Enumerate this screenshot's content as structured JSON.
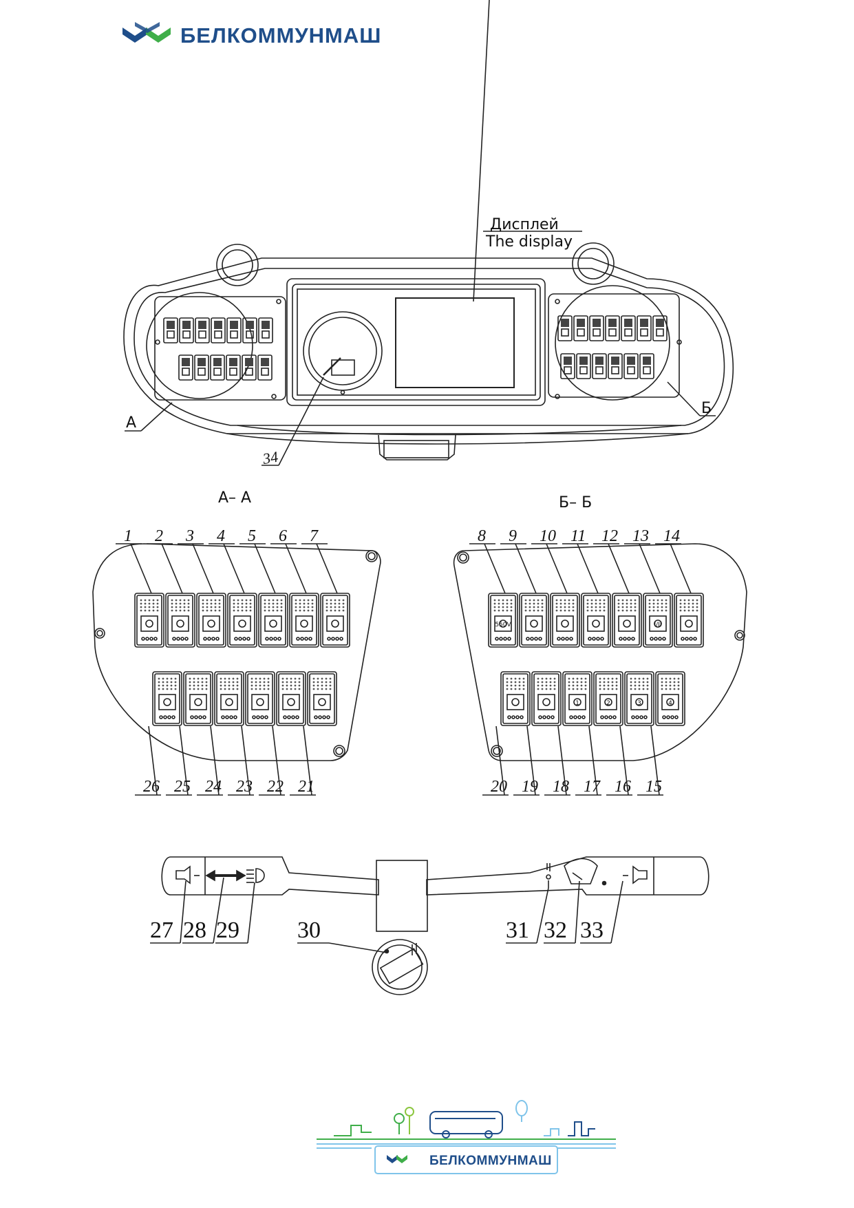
{
  "brand": {
    "name": "БЕЛКОММУНМАШ",
    "accent_blue": "#1f4e8a",
    "accent_green": "#3fae49"
  },
  "display_label": {
    "ru": "Дисплей",
    "en": "The display"
  },
  "detail_labels": {
    "a": "А",
    "b": "Б",
    "gauge": "34"
  },
  "section_titles": {
    "aa": "А– А",
    "bb": "Б– Б"
  },
  "left_panel": {
    "top_callouts": [
      "1",
      "2",
      "3",
      "4",
      "5",
      "6",
      "7"
    ],
    "bottom_callouts": [
      "26",
      "25",
      "24",
      "23",
      "22",
      "21"
    ],
    "top_icons": [
      "lamp-icon",
      "fan-icon",
      "heater-icon",
      "gear-sun-icon",
      "fan-small-icon",
      "heater-k-icon",
      "fuel-icon"
    ],
    "bottom_icons": [
      "interior-light-icon",
      "brake-icon",
      "b-brake-icon",
      "cooling-icon",
      "seat-icon",
      "arrow-up-icon"
    ]
  },
  "right_panel": {
    "top_callouts": [
      "8",
      "9",
      "10",
      "11",
      "12",
      "13",
      "14"
    ],
    "bottom_callouts": [
      "20",
      "19",
      "18",
      "17",
      "16",
      "15"
    ],
    "top_texts": [
      "550V",
      "",
      "",
      "",
      "",
      "I/II",
      ""
    ],
    "top_icons": [
      "voltage-icon",
      "down-arrow-icon",
      "steering-icon",
      "door-icon",
      "door-open-icon",
      "mode-icon",
      "speaker-icon"
    ],
    "bottom_texts": [
      "",
      "",
      "1",
      "2",
      "3",
      "4"
    ],
    "bottom_icons": [
      "link-icon",
      "grille-icon",
      "door-1-icon",
      "door-2-icon",
      "door-3-icon",
      "door-4-icon"
    ]
  },
  "steering": {
    "callouts_left": [
      "27",
      "28",
      "29"
    ],
    "callout_center": "30",
    "callouts_right": [
      "31",
      "32",
      "33"
    ]
  }
}
